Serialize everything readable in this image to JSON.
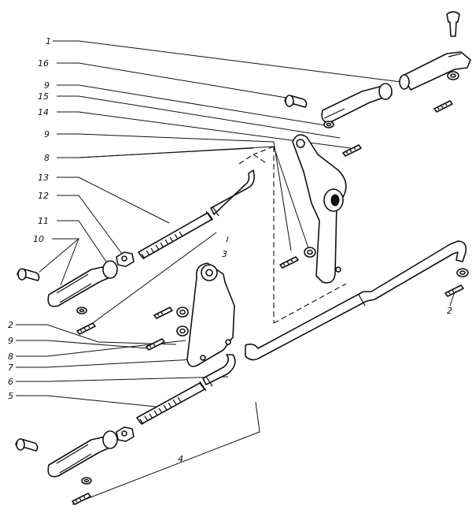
{
  "callouts": {
    "c1": "1",
    "c16": "16",
    "c9a": "9",
    "c15": "15",
    "c14": "14",
    "c9b": "9",
    "c8a": "8",
    "c13": "13",
    "c12": "12",
    "c11": "11",
    "c10": "10",
    "c3": "3",
    "c2a": "2",
    "c9c": "9",
    "c8b": "8",
    "c7": "7",
    "c6": "6",
    "c5": "5",
    "c4": "4",
    "c2b": "2"
  }
}
